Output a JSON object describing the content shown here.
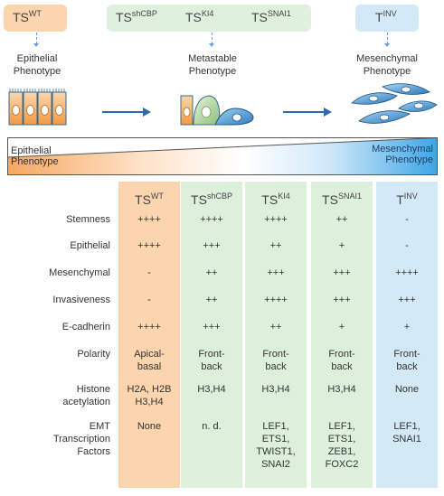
{
  "top": {
    "ts_wt": {
      "base": "TS",
      "sup": "WT"
    },
    "ts_shcbp": {
      "base": "TS",
      "sup": "shCBP"
    },
    "ts_ki4": {
      "base": "TS",
      "sup": "KI4"
    },
    "ts_snai1": {
      "base": "TS",
      "sup": "SNAI1"
    },
    "t_inv": {
      "base": "T",
      "sup": "INV"
    },
    "phenotype_epithelial": [
      "Epithelial",
      "Phenotype"
    ],
    "phenotype_metastable": [
      "Metastable",
      "Phenotype"
    ],
    "phenotype_mesenchymal": [
      "Mesenchymal",
      "Phenotype"
    ]
  },
  "gradient": {
    "left_label": [
      "Epithelial",
      "Phenotype"
    ],
    "right_label": [
      "Mesenchymal",
      "Phenotype"
    ]
  },
  "table": {
    "columns": [
      {
        "base": "TS",
        "sup": "WT",
        "color": "#fbd5ad"
      },
      {
        "base": "TS",
        "sup": "shCBP",
        "color": "#ddf0dc"
      },
      {
        "base": "TS",
        "sup": "KI4",
        "color": "#ddf0dc"
      },
      {
        "base": "TS",
        "sup": "SNAI1",
        "color": "#ddf0dc"
      },
      {
        "base": "T",
        "sup": "INV",
        "color": "#d4e9f6"
      }
    ],
    "rows": [
      {
        "label": [
          "Stemness"
        ],
        "cells": [
          [
            "++++"
          ],
          [
            "++++"
          ],
          [
            "++++"
          ],
          [
            "++"
          ],
          [
            "-"
          ]
        ]
      },
      {
        "label": [
          "Epithelial"
        ],
        "cells": [
          [
            "++++"
          ],
          [
            "+++"
          ],
          [
            "++"
          ],
          [
            "+"
          ],
          [
            "-"
          ]
        ]
      },
      {
        "label": [
          "Mesenchymal"
        ],
        "cells": [
          [
            "-"
          ],
          [
            "++"
          ],
          [
            "+++"
          ],
          [
            "+++"
          ],
          [
            "++++"
          ]
        ]
      },
      {
        "label": [
          "Invasiveness"
        ],
        "cells": [
          [
            "-"
          ],
          [
            "++"
          ],
          [
            "++++"
          ],
          [
            "+++"
          ],
          [
            "+++"
          ]
        ]
      },
      {
        "label": [
          "E-cadherin"
        ],
        "cells": [
          [
            "++++"
          ],
          [
            "+++"
          ],
          [
            "++"
          ],
          [
            "+"
          ],
          [
            "+"
          ]
        ]
      },
      {
        "label": [
          "Polarity"
        ],
        "cells": [
          [
            "Apical-",
            "basal"
          ],
          [
            "Front-",
            "back"
          ],
          [
            "Front-",
            "back"
          ],
          [
            "Front-",
            "back"
          ],
          [
            "Front-",
            "back"
          ]
        ]
      },
      {
        "label": [
          "Histone",
          "acetylation"
        ],
        "cells": [
          [
            "H2A, H2B",
            "H3,H4"
          ],
          [
            "H3,H4"
          ],
          [
            "H3,H4"
          ],
          [
            "H3,H4"
          ],
          [
            "None"
          ]
        ]
      },
      {
        "label": [
          "EMT",
          "Transcription",
          "Factors"
        ],
        "cells": [
          [
            "None"
          ],
          [
            "n. d."
          ],
          [
            "LEF1,",
            "ETS1,",
            "TWIST1,",
            "SNAI2"
          ],
          [
            "LEF1,",
            "ETS1,",
            "ZEB1,",
            "FOXC2"
          ],
          [
            "LEF1,",
            "SNAI1"
          ]
        ]
      }
    ]
  },
  "colors": {
    "orange": "#f6b27a",
    "green_pill": "#dff1de",
    "blue_pill": "#d4e9f6",
    "arrow": "#2b6cb0"
  }
}
